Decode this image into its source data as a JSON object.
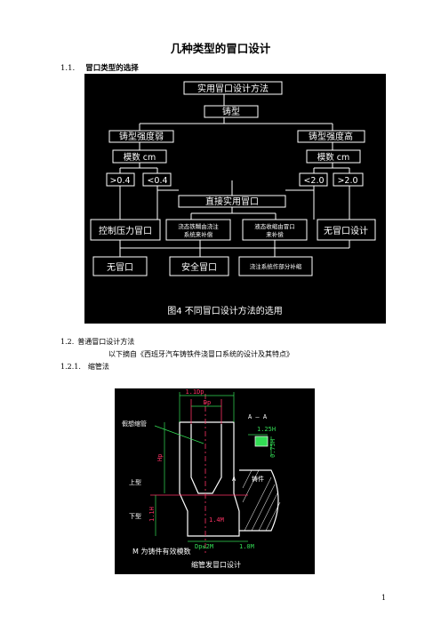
{
  "doc": {
    "title": "几种类型的冒口设计",
    "sec1": {
      "num": "1.1.",
      "text": "冒口类型的选择"
    },
    "sec2": {
      "num": "1.2.",
      "text": "普通冒口设计方法"
    },
    "para": "以下摘自《西班牙汽车铸铁件浇冒口系统的设计及其特点》",
    "sec3": {
      "num": "1.2.1.",
      "text": "缩管法"
    },
    "page": "1"
  },
  "fig1": {
    "top": "实用冒口设计方法",
    "casting": "铸型",
    "weak": "铸型强度弱",
    "strong": "铸型强度高",
    "modulus_left": "模数  cm",
    "modulus_right": "模数  cm",
    "gt04": ">0.4",
    "lt04": "<0.4",
    "direct": "直接实用冒口",
    "lt20": "<2.0",
    "gt20": ">2.0",
    "pressure": "控制压力冒口",
    "pour_a1": "浇态铁糊由浇注",
    "pour_a2": "系统来补偿",
    "pour_b1": "液态收缩由冒口",
    "pour_b2": "来补偿",
    "no_riser_right": "无冒口设计",
    "no_riser": "无冒口",
    "safe": "安全冒口",
    "pour_c": "浇注系统作部分补缩",
    "caption": "图4   不同冒口设计方法的选用"
  },
  "fig2": {
    "top_dim": "1.1Dp",
    "dp": "Dp",
    "section": "A — A",
    "s1": "1.25H",
    "s2": "0.75H",
    "virtual": "假想缩管",
    "hp": "Hp",
    "upper": "上型",
    "lower": "下型",
    "cast": "铸件",
    "a_mark": "A",
    "mid": "1.4M",
    "h_left": "1.1H",
    "bottom_dim": "Dp≤2M",
    "side_dim": "1.0M",
    "note": "M 为铸件有效模数",
    "caption": "缩管发冒口设计"
  }
}
